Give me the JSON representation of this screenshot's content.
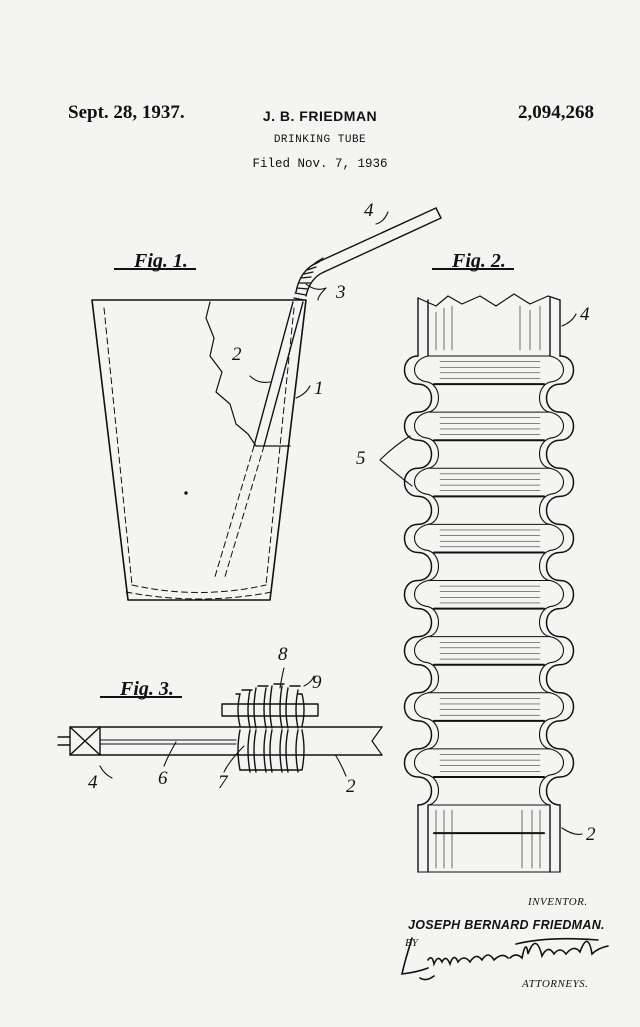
{
  "header": {
    "date": "Sept. 28, 1937.",
    "inventor": "J. B. FRIEDMAN",
    "patent_number": "2,094,268",
    "title": "DRINKING TUBE",
    "filed": "Filed Nov. 7, 1936"
  },
  "figures": {
    "fig1": "Fig. 1.",
    "fig2": "Fig. 2.",
    "fig3": "Fig. 3."
  },
  "refs": {
    "fig1": [
      "4",
      "3",
      "2",
      "1"
    ],
    "fig2": [
      "4",
      "5",
      "2"
    ],
    "fig3": [
      "8",
      "9",
      "4",
      "6",
      "7",
      "2"
    ]
  },
  "signature": {
    "inventor_label": "INVENTOR.",
    "inventor_name": "JOSEPH BERNARD FRIEDMAN.",
    "by": "BY",
    "attorneys_label": "ATTORNEYS."
  }
}
